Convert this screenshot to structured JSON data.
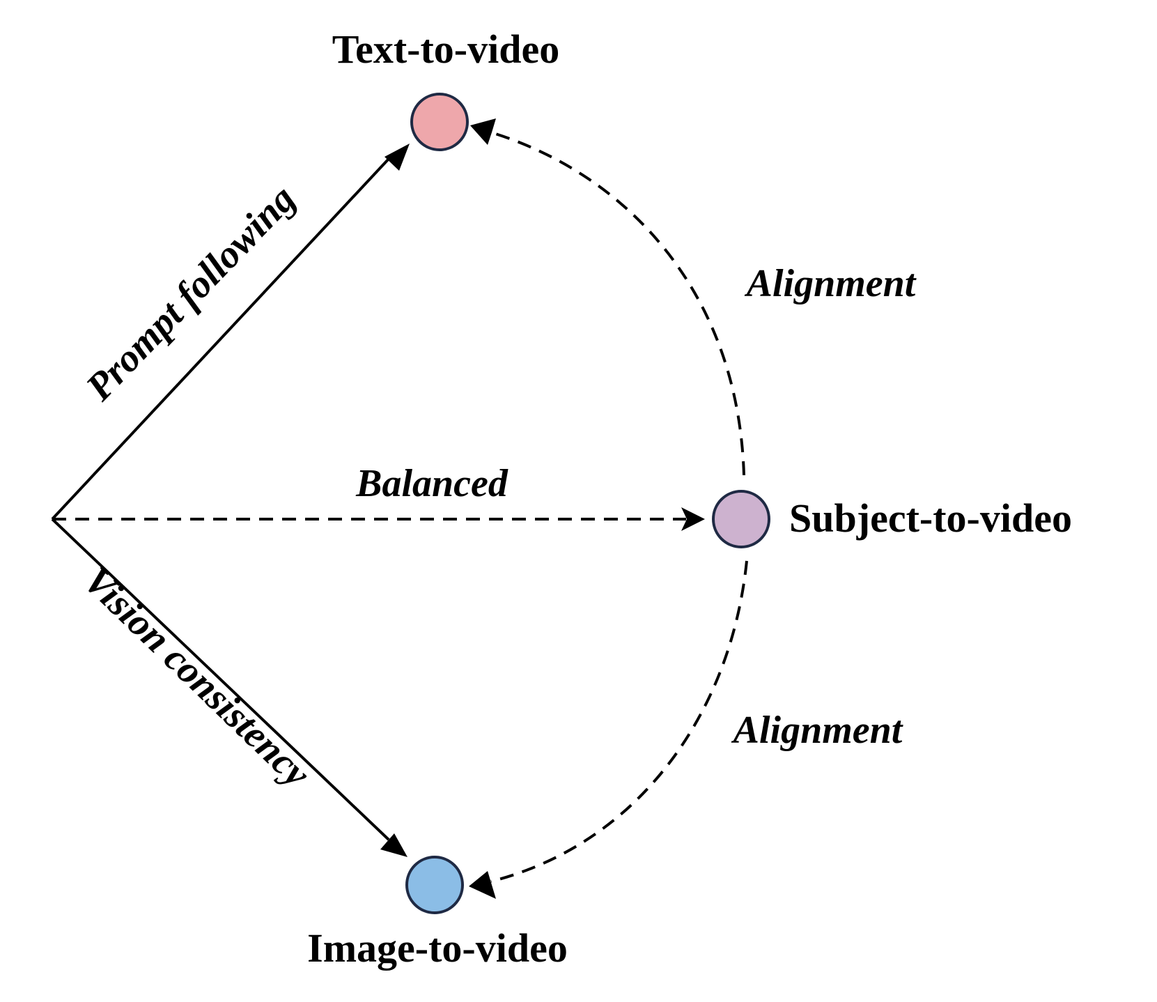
{
  "nodes": {
    "text_to_video": {
      "label": "Text-to-video",
      "color": "#eea7ab"
    },
    "subject_to_video": {
      "label": "Subject-to-video",
      "color": "#cdb2cf"
    },
    "image_to_video": {
      "label": "Image-to-video",
      "color": "#8bbde6"
    }
  },
  "edges": {
    "prompt_following": {
      "label": "Prompt following"
    },
    "balanced": {
      "label": "Balanced"
    },
    "vision_consistency": {
      "label": "Vision consistency"
    },
    "alignment_upper": {
      "label": "Alignment"
    },
    "alignment_lower": {
      "label": "Alignment"
    }
  },
  "colors": {
    "line": "#000000",
    "node_outline": "#1f2a44"
  }
}
